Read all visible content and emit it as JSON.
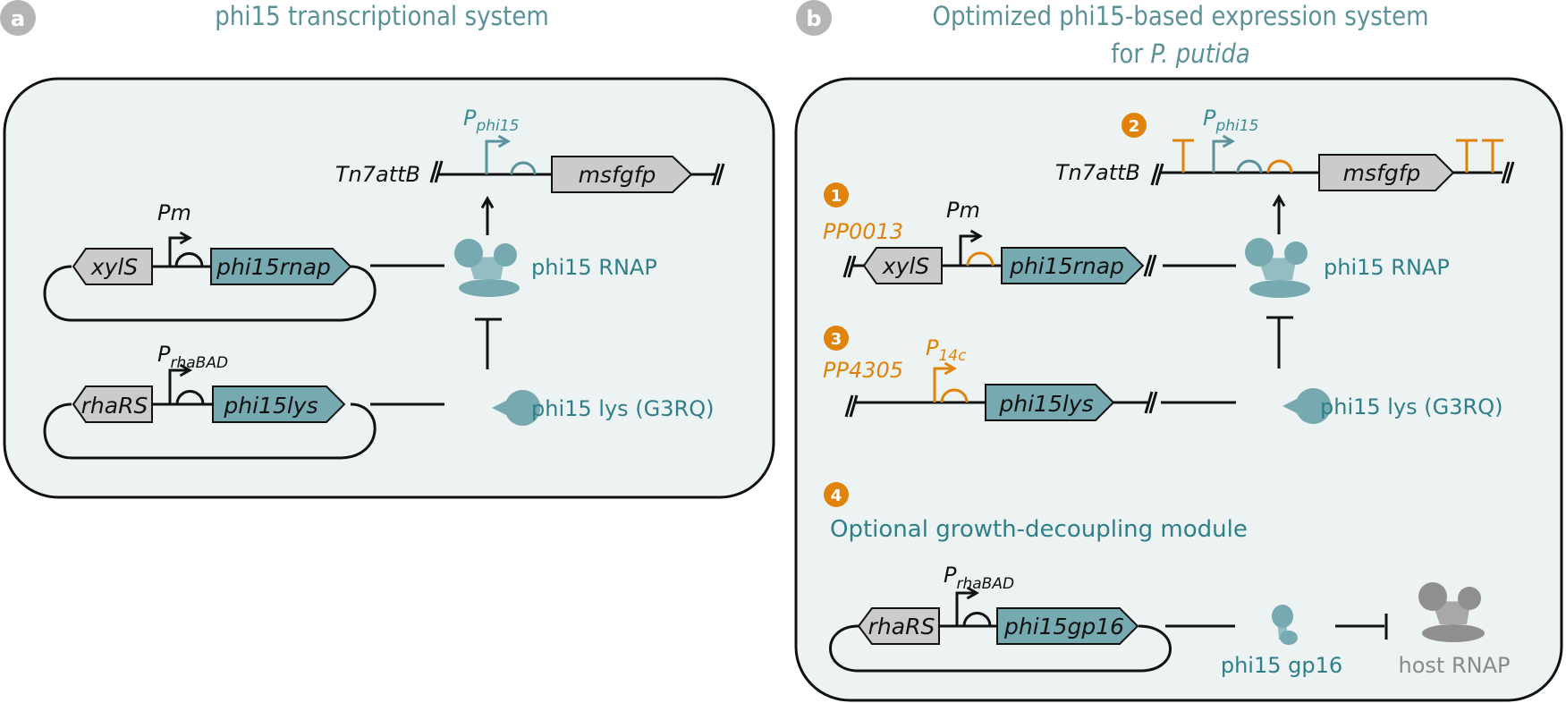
{
  "colors": {
    "panel_bg": "#edf3f3",
    "title": "#5a9299",
    "teal": "#77a9b0",
    "teal_text": "#2f7f8a",
    "orange": "#e0830a",
    "gray_gene": "#cbcbcb",
    "host_gray": "#8f8f8f",
    "badge_gray": "#b5b5b5"
  },
  "panel_a": {
    "badge": "a",
    "title": "phi15 transcriptional system",
    "target": {
      "site": "Tn7attB",
      "promoter_main": "P",
      "promoter_sub": "phi15",
      "gene": "msfgfp"
    },
    "plasmid1": {
      "promoter": "Pm",
      "gene_left": "xylS",
      "gene_right": "phi15rnap"
    },
    "plasmid2": {
      "promoter_main": "P",
      "promoter_sub": "rhaBAD",
      "gene_left": "rhaRS",
      "gene_right": "phi15lys"
    },
    "proteins": {
      "rnap": "phi15 RNAP",
      "lys": "phi15 lys (G3RQ)"
    }
  },
  "panel_b": {
    "badge": "b",
    "title_line1": "Optimized phi15-based expression system",
    "title_line2_prefix": "for ",
    "title_line2_italic": "P. putida",
    "target": {
      "badge": "2",
      "site": "Tn7attB",
      "promoter_main": "P",
      "promoter_sub": "phi15",
      "gene": "msfgfp"
    },
    "module1": {
      "badge": "1",
      "locus": "PP0013",
      "promoter": "Pm",
      "gene_left": "xylS",
      "gene_right": "phi15rnap"
    },
    "module3": {
      "badge": "3",
      "locus": "PP4305",
      "promoter_main": "P",
      "promoter_sub": "14c",
      "gene": "phi15lys"
    },
    "module4": {
      "badge": "4",
      "title": "Optional growth-decoupling module",
      "promoter_main": "P",
      "promoter_sub": "rhaBAD",
      "gene_left": "rhaRS",
      "gene_right": "phi15gp16"
    },
    "proteins": {
      "rnap": "phi15 RNAP",
      "lys": "phi15 lys (G3RQ)",
      "gp16": "phi15 gp16",
      "host_rnap": "host RNAP"
    }
  }
}
